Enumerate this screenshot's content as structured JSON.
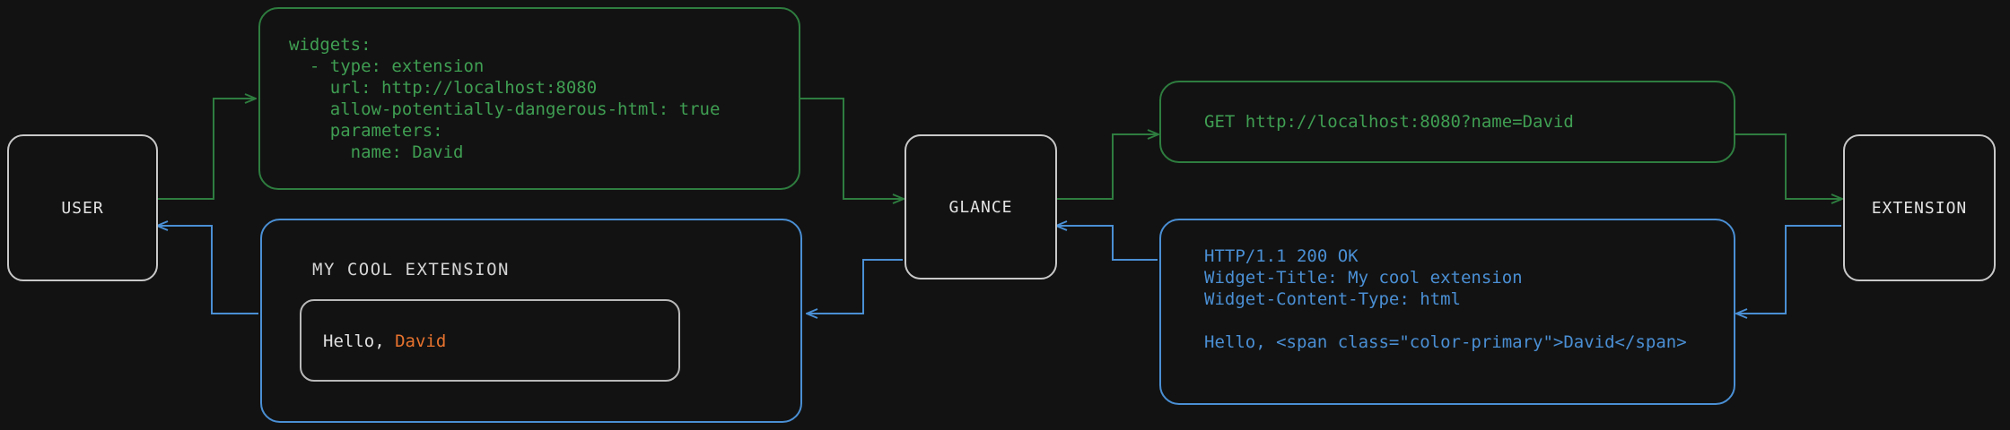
{
  "colors": {
    "background": "#121212",
    "node_border": "#c8c8c8",
    "node_text": "#e3e3e3",
    "request_green": "#2e7d3f",
    "request_green_text": "#3f9e52",
    "response_blue": "#4a8fd4",
    "accent_orange": "#e8732e",
    "widget_border": "#b9b9b9",
    "widget_text": "#e0e0e0"
  },
  "nodes": {
    "user": {
      "label": "USER"
    },
    "glance": {
      "label": "GLANCE"
    },
    "extension": {
      "label": "EXTENSION"
    }
  },
  "panels": {
    "config": {
      "name": "yaml-config",
      "flow": "request",
      "code": "widgets:\n  - type: extension\n    url: http://localhost:8080\n    allow-potentially-dangerous-html: true\n    parameters:\n      name: David"
    },
    "http_request": {
      "name": "http-request",
      "flow": "request",
      "code": "GET http://localhost:8080?name=David"
    },
    "http_response": {
      "name": "http-response",
      "flow": "response",
      "code": "HTTP/1.1 200 OK\nWidget-Title: My cool extension\nWidget-Content-Type: html\n\nHello, <span class=\"color-primary\">David</span>"
    },
    "rendered_widget": {
      "name": "rendered-widget",
      "flow": "response",
      "title": "MY COOL EXTENSION",
      "greeting_prefix": "Hello, ",
      "greeting_name": "David"
    }
  }
}
